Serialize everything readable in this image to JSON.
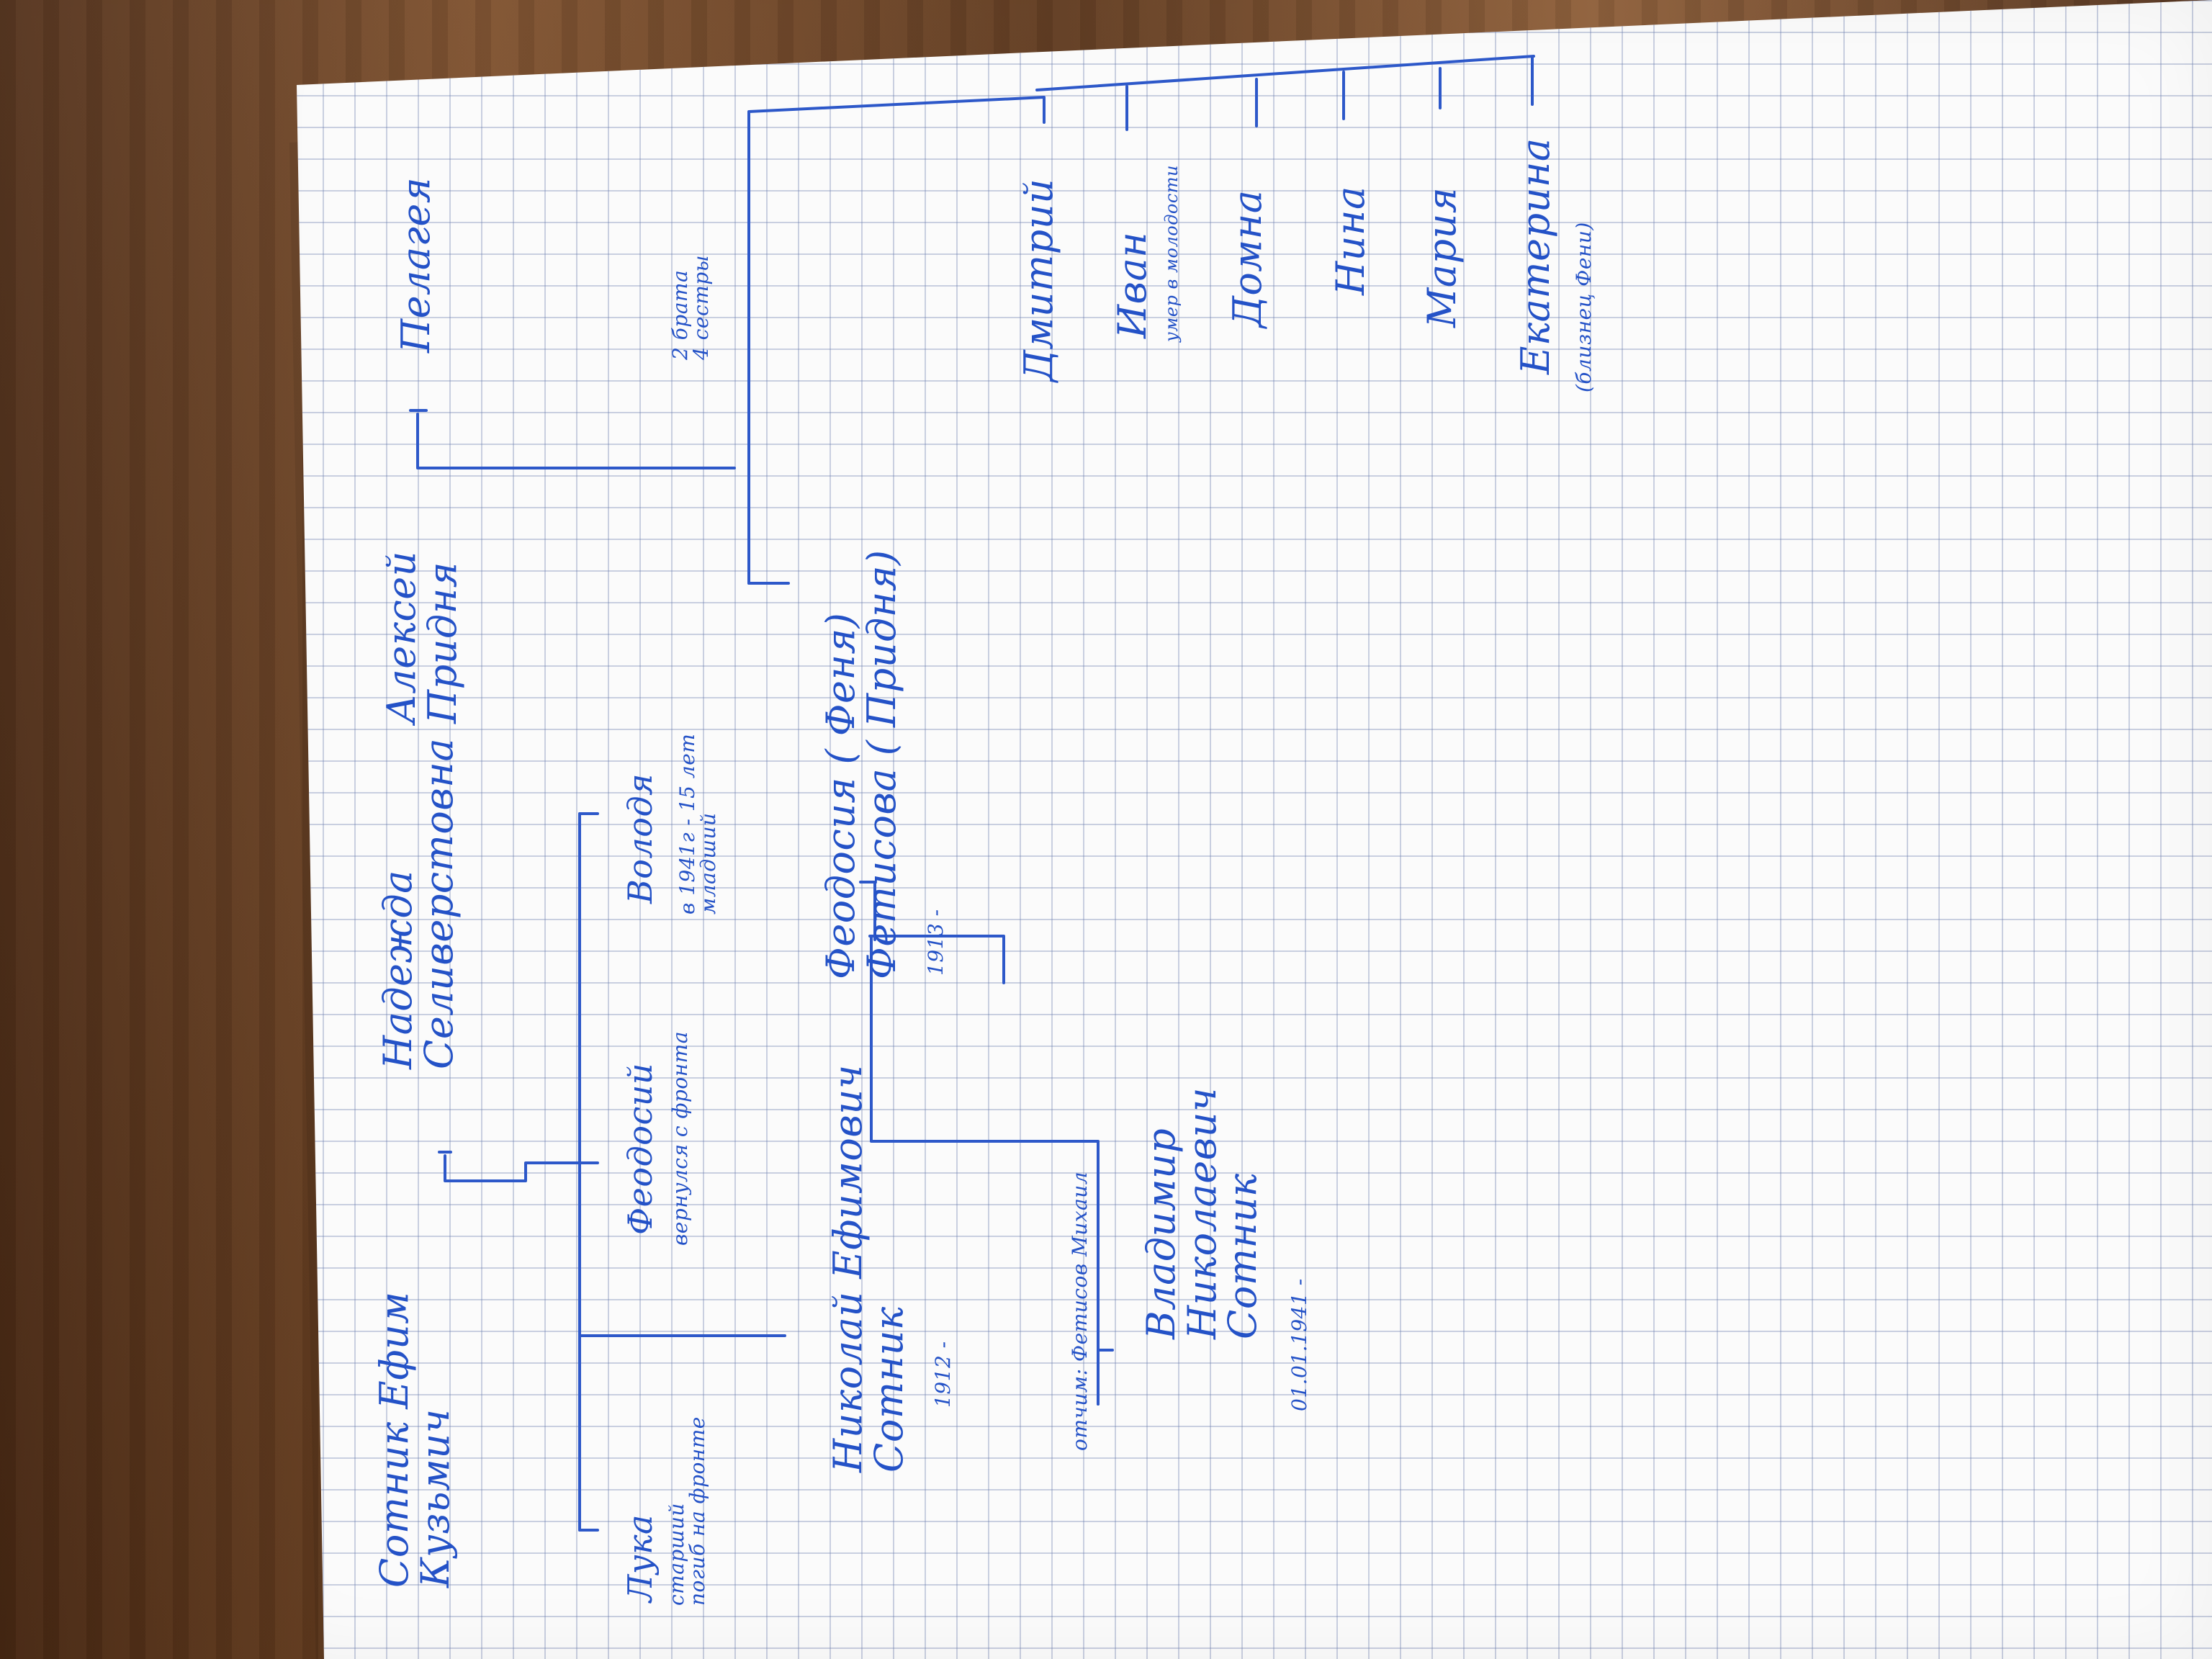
{
  "people": {
    "sotnik_efim": "Сотник Ефим\nКузьмич",
    "nadezhda": "Надежда\nСеливерстовна",
    "aleksei_pridnya": "Алексей\nПридня",
    "pelageya": "Пелагея",
    "luka": "Лука",
    "feodosii": "Феодосий",
    "volodya": "Володя",
    "nikolai": "Николай Ефимович\nСотник",
    "feodosia": "Феодосия ( Феня)\nФетисова ( Придня)",
    "father_fetisov": "отчим: Фетисов Михаил",
    "vladimir": "Владимир\nНиколаевич\nСотник",
    "dmitrii": "Дмитрий",
    "ivan": "Иван",
    "domna": "Домна",
    "nina": "Нина",
    "mariya": "Мария",
    "ekaterina": "Екатерина"
  },
  "notes": {
    "luka_note": "старший\nпогиб на фронте",
    "feodosii_note": "вернулся с фронта",
    "volodya_note": "в 1941г - 15 лет\nмладший",
    "nikolai_year": "1912 -",
    "feodosia_year": "1913 -",
    "vladimir_date": "01.01.1941 -",
    "family_count": "2 брата\n4 сестры",
    "ivan_note": "умер в молодости",
    "ekaterina_note": "(близнец Фени)"
  }
}
